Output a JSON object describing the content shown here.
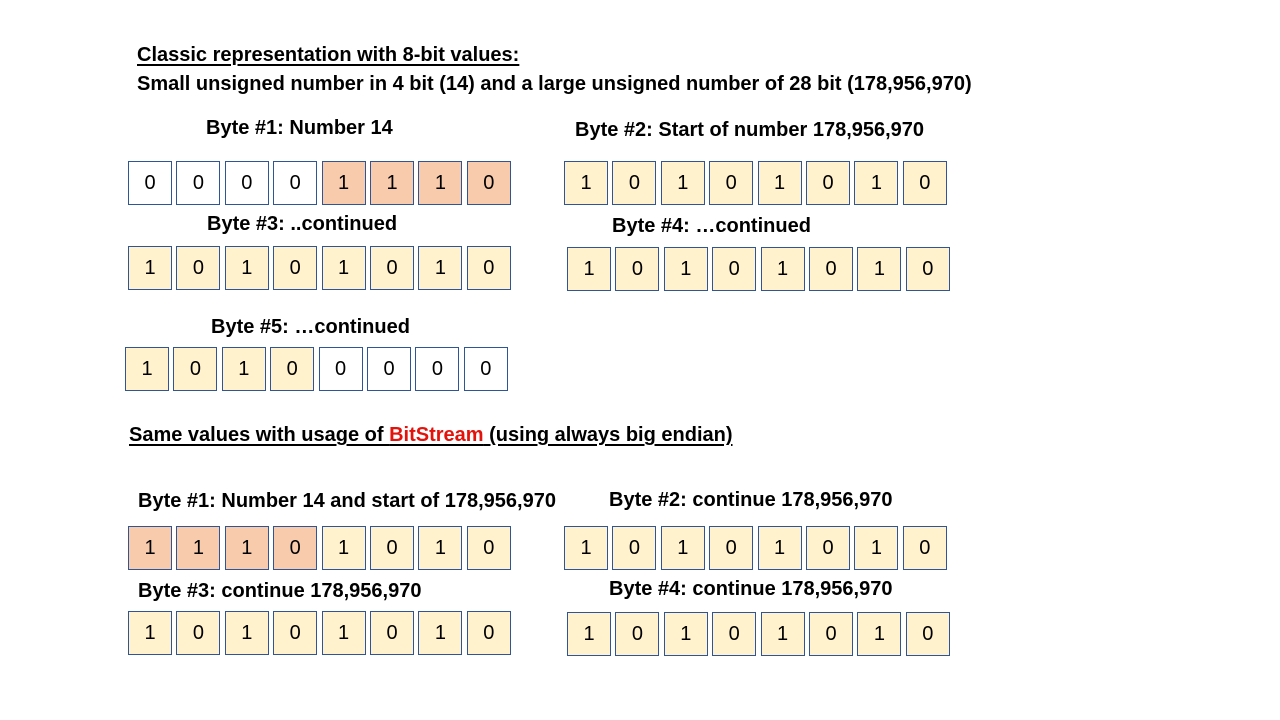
{
  "title": "Classic representation with 8-bit values:",
  "subtitle": "Small unsigned number in 4 bit (14) and a large unsigned number of 28 bit (178,956,970)",
  "colors": {
    "small_number_fill": "#f8cbad",
    "large_number_fill": "#fff2cc",
    "empty_fill": "#ffffff",
    "border": "#2f5597",
    "bitstream_highlight": "#e3120b"
  },
  "classic": {
    "bytes": [
      {
        "label": "Byte #1: Number 14",
        "bits": [
          "0",
          "0",
          "0",
          "0",
          "1",
          "1",
          "1",
          "0"
        ],
        "fills": [
          "w",
          "w",
          "w",
          "w",
          "b",
          "b",
          "b",
          "b"
        ]
      },
      {
        "label": "Byte #2: Start of number 178,956,970",
        "bits": [
          "1",
          "0",
          "1",
          "0",
          "1",
          "0",
          "1",
          "0"
        ],
        "fills": [
          "a",
          "a",
          "a",
          "a",
          "a",
          "a",
          "a",
          "a"
        ]
      },
      {
        "label": "Byte #3: ..continued",
        "bits": [
          "1",
          "0",
          "1",
          "0",
          "1",
          "0",
          "1",
          "0"
        ],
        "fills": [
          "a",
          "a",
          "a",
          "a",
          "a",
          "a",
          "a",
          "a"
        ]
      },
      {
        "label": "Byte #4: …continued",
        "bits": [
          "1",
          "0",
          "1",
          "0",
          "1",
          "0",
          "1",
          "0"
        ],
        "fills": [
          "a",
          "a",
          "a",
          "a",
          "a",
          "a",
          "a",
          "a"
        ]
      },
      {
        "label": "Byte #5: …continued",
        "bits": [
          "1",
          "0",
          "1",
          "0",
          "0",
          "0",
          "0",
          "0"
        ],
        "fills": [
          "a",
          "a",
          "a",
          "a",
          "w",
          "w",
          "w",
          "w"
        ]
      }
    ]
  },
  "bitstream": {
    "heading_before": "Same values with usage of ",
    "heading_highlight": "BitStream",
    "heading_after": " (using always big endian)",
    "bytes": [
      {
        "label": "Byte #1: Number 14 and start of 178,956,970",
        "bits": [
          "1",
          "1",
          "1",
          "0",
          "1",
          "0",
          "1",
          "0"
        ],
        "fills": [
          "b",
          "b",
          "b",
          "b",
          "a",
          "a",
          "a",
          "a"
        ]
      },
      {
        "label": "Byte #2: continue 178,956,970",
        "bits": [
          "1",
          "0",
          "1",
          "0",
          "1",
          "0",
          "1",
          "0"
        ],
        "fills": [
          "a",
          "a",
          "a",
          "a",
          "a",
          "a",
          "a",
          "a"
        ]
      },
      {
        "label": "Byte #3: continue 178,956,970",
        "bits": [
          "1",
          "0",
          "1",
          "0",
          "1",
          "0",
          "1",
          "0"
        ],
        "fills": [
          "a",
          "a",
          "a",
          "a",
          "a",
          "a",
          "a",
          "a"
        ]
      },
      {
        "label": "Byte #4: continue 178,956,970",
        "bits": [
          "1",
          "0",
          "1",
          "0",
          "1",
          "0",
          "1",
          "0"
        ],
        "fills": [
          "a",
          "a",
          "a",
          "a",
          "a",
          "a",
          "a",
          "a"
        ]
      }
    ]
  }
}
